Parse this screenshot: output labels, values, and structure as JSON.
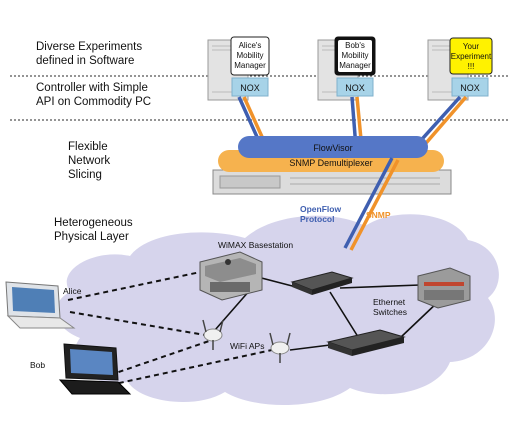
{
  "layers": [
    {
      "lines": [
        "Diverse Experiments",
        "defined in Software"
      ]
    },
    {
      "lines": [
        "Controller with Simple",
        "API on Commodity PC"
      ]
    },
    {
      "lines": [
        "Flexible",
        "Network",
        "Slicing"
      ]
    },
    {
      "lines": [
        "Heterogeneous",
        "Physical Layer"
      ]
    }
  ],
  "controllers": [
    {
      "experiment": [
        "Alice's",
        "Mobility",
        "Manager"
      ],
      "label": "NOX"
    },
    {
      "experiment": [
        "Bob's",
        "Mobility",
        "Manager"
      ],
      "label": "NOX"
    },
    {
      "experiment": [
        "Your",
        "Experiment",
        "!!!"
      ],
      "label": "NOX"
    }
  ],
  "slicing": {
    "flowvisor": "FlowVisor",
    "snmp_demux": "SNMP Demultiplexer"
  },
  "protocols": {
    "openflow": [
      "OpenFlow",
      "Protocol"
    ],
    "snmp": "SNMP"
  },
  "devices": {
    "wimax": "WiMAX Basestation",
    "alice": "Alice",
    "bob": "Bob",
    "wifi": "WiFi APs",
    "ethernet": [
      "Ethernet",
      "Switches"
    ]
  },
  "colors": {
    "openflow_line": "#3f5fb0",
    "snmp_line": "#f0922a",
    "flowvisor_fill": "#5577c7",
    "snmp_fill": "#f6b24e",
    "cloud_fill": "#d6d4ec",
    "nox_fill": "#a7d3e8",
    "your_experiment_fill": "#fff200"
  }
}
